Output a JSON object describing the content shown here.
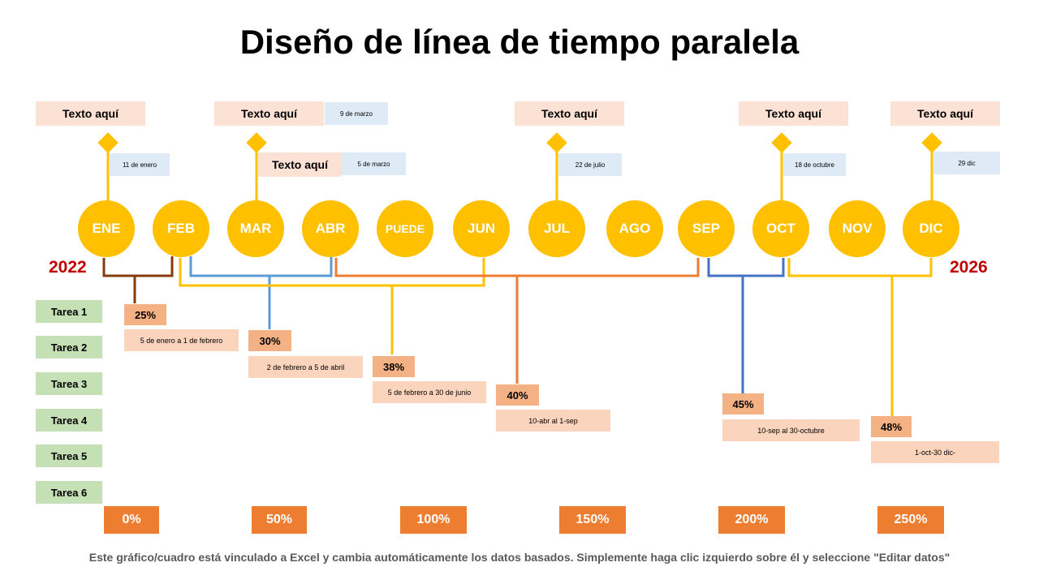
{
  "title": "Diseño de línea de tiempo paralela",
  "years": {
    "start": "2022",
    "end": "2026"
  },
  "months": [
    "ENE",
    "FEB",
    "MAR",
    "ABR",
    "PUEDE",
    "JUN",
    "JUL",
    "AGO",
    "SEP",
    "OCT",
    "NOV",
    "DIC"
  ],
  "milestones": [
    {
      "label": "Texto aquí",
      "date": "11 de enero"
    },
    {
      "label": "Texto aquí",
      "date": "9 de marzo"
    },
    {
      "label": "Texto aquí",
      "date": "5 de marzo"
    },
    {
      "label": "Texto aquí",
      "date": "22 de julio"
    },
    {
      "label": "Texto aquí",
      "date": "18 de octubre"
    },
    {
      "label": "Texto aquí",
      "date": "29 dic"
    }
  ],
  "tasks": [
    "Tarea 1",
    "Tarea 2",
    "Tarea 3",
    "Tarea 4",
    "Tarea 5",
    "Tarea 6"
  ],
  "progress": [
    {
      "percent": "25%",
      "range": "5 de enero a 1 de febrero"
    },
    {
      "percent": "30%",
      "range": "2 de febrero a 5 de abril"
    },
    {
      "percent": "38%",
      "range": "5 de febrero a 30 de junio"
    },
    {
      "percent": "40%",
      "range": "10-abr al 1-sep"
    },
    {
      "percent": "45%",
      "range": "10-sep al 30-octubre"
    },
    {
      "percent": "48%",
      "range": "1-oct-30 dic-"
    }
  ],
  "axis": [
    "0%",
    "50%",
    "100%",
    "150%",
    "200%",
    "250%"
  ],
  "colors": {
    "month": "#ffc000",
    "year": "#c00000",
    "axis": "#ed7d31",
    "task": "#c5e0b4",
    "brown": "#843c0c",
    "blue": "#5b9bd5",
    "orange": "#ed7d31",
    "yellow": "#ffc000",
    "darkblue": "#4472c4"
  },
  "footer": "Este gráfico/cuadro está vinculado a Excel y cambia automáticamente los datos basados. Simplemente haga clic izquierdo sobre él y seleccione \"Editar datos\""
}
